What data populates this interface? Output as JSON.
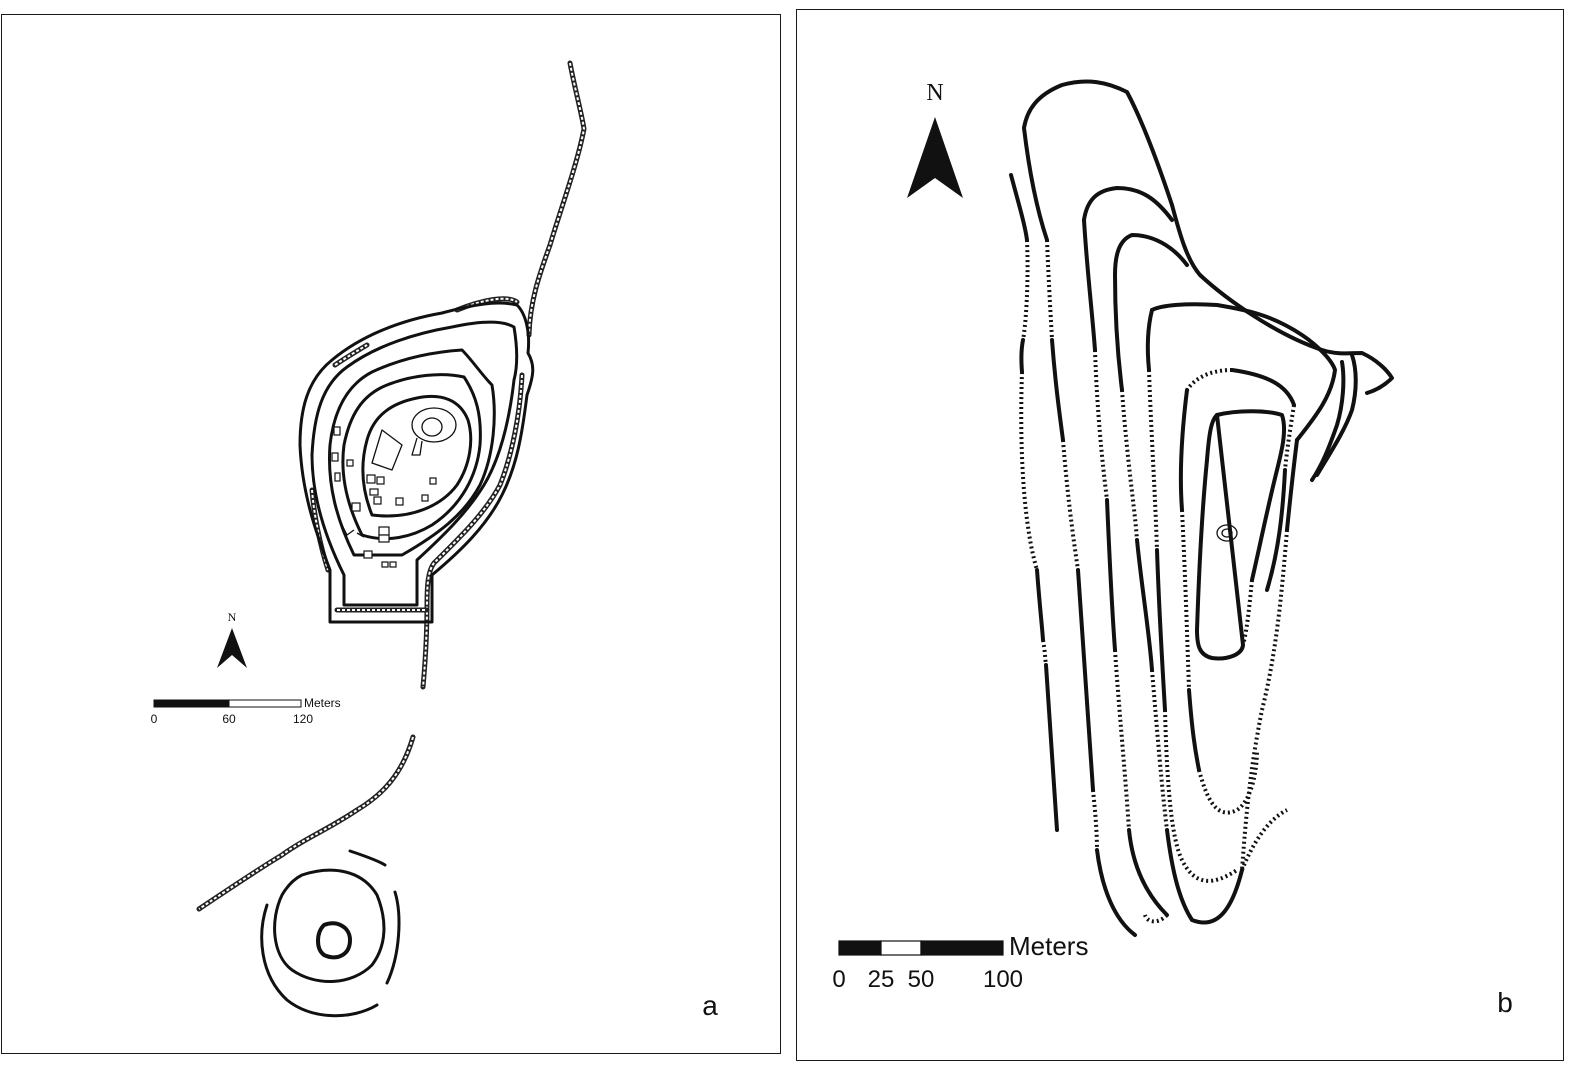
{
  "panel_a": {
    "label": "a",
    "north": "N",
    "scale": {
      "unit": "Meters",
      "ticks": [
        "0",
        "60",
        "120"
      ]
    }
  },
  "panel_b": {
    "label": "b",
    "north": "N",
    "scale": {
      "unit": "Meters",
      "ticks": [
        "0",
        "25",
        "50",
        "100"
      ]
    }
  },
  "colors": {
    "ink": "#111111",
    "background": "#ffffff"
  }
}
